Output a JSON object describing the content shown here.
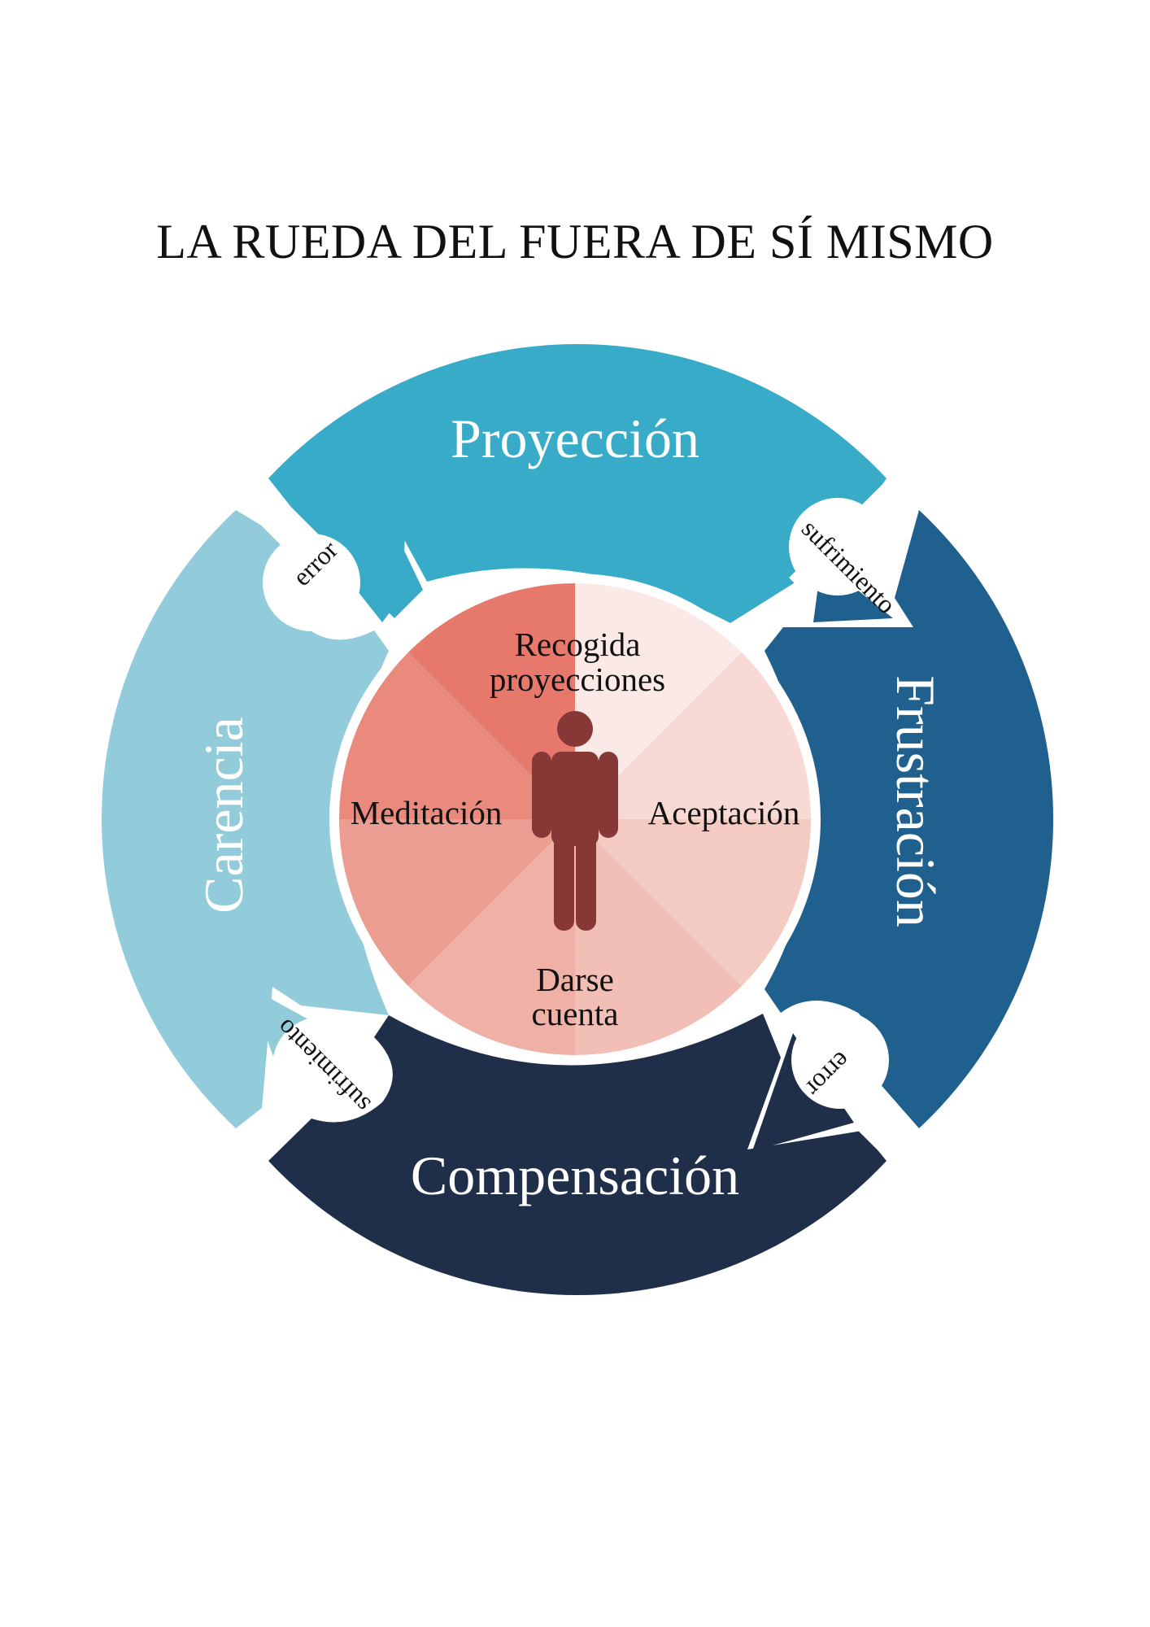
{
  "title": "LA RUEDA DEL FUERA DE SÍ MISMO",
  "outer_ring": {
    "segments": [
      {
        "id": "top",
        "label": "Proyección",
        "color": "#38abc8"
      },
      {
        "id": "right",
        "label": "Frustración",
        "color": "#20608f"
      },
      {
        "id": "bottom",
        "label": "Compensación",
        "color": "#1f2f49"
      },
      {
        "id": "left",
        "label": "Carencia",
        "color": "#92cbda"
      }
    ],
    "connectors": [
      {
        "id": "top-left",
        "label": "error"
      },
      {
        "id": "top-right",
        "label": "sufrimiento"
      },
      {
        "id": "bottom-right",
        "label": "error"
      },
      {
        "id": "bottom-left",
        "label": "sufrimiento"
      }
    ]
  },
  "inner_circle": {
    "labels": {
      "top_line1": "Recogida",
      "top_line2": "proyecciones",
      "right": "Aceptación",
      "bottom_line1": "Darse",
      "bottom_line2": "cuenta",
      "left": "Meditación"
    },
    "wedge_colors": [
      "#fbe9e7",
      "#f8d9d3",
      "#f4cbc3",
      "#f2bfb6",
      "#efb0a5",
      "#eb9d91",
      "#e98a7d",
      "#e6796b"
    ],
    "figure_color": "#873735",
    "figure_icon": "person-icon"
  }
}
